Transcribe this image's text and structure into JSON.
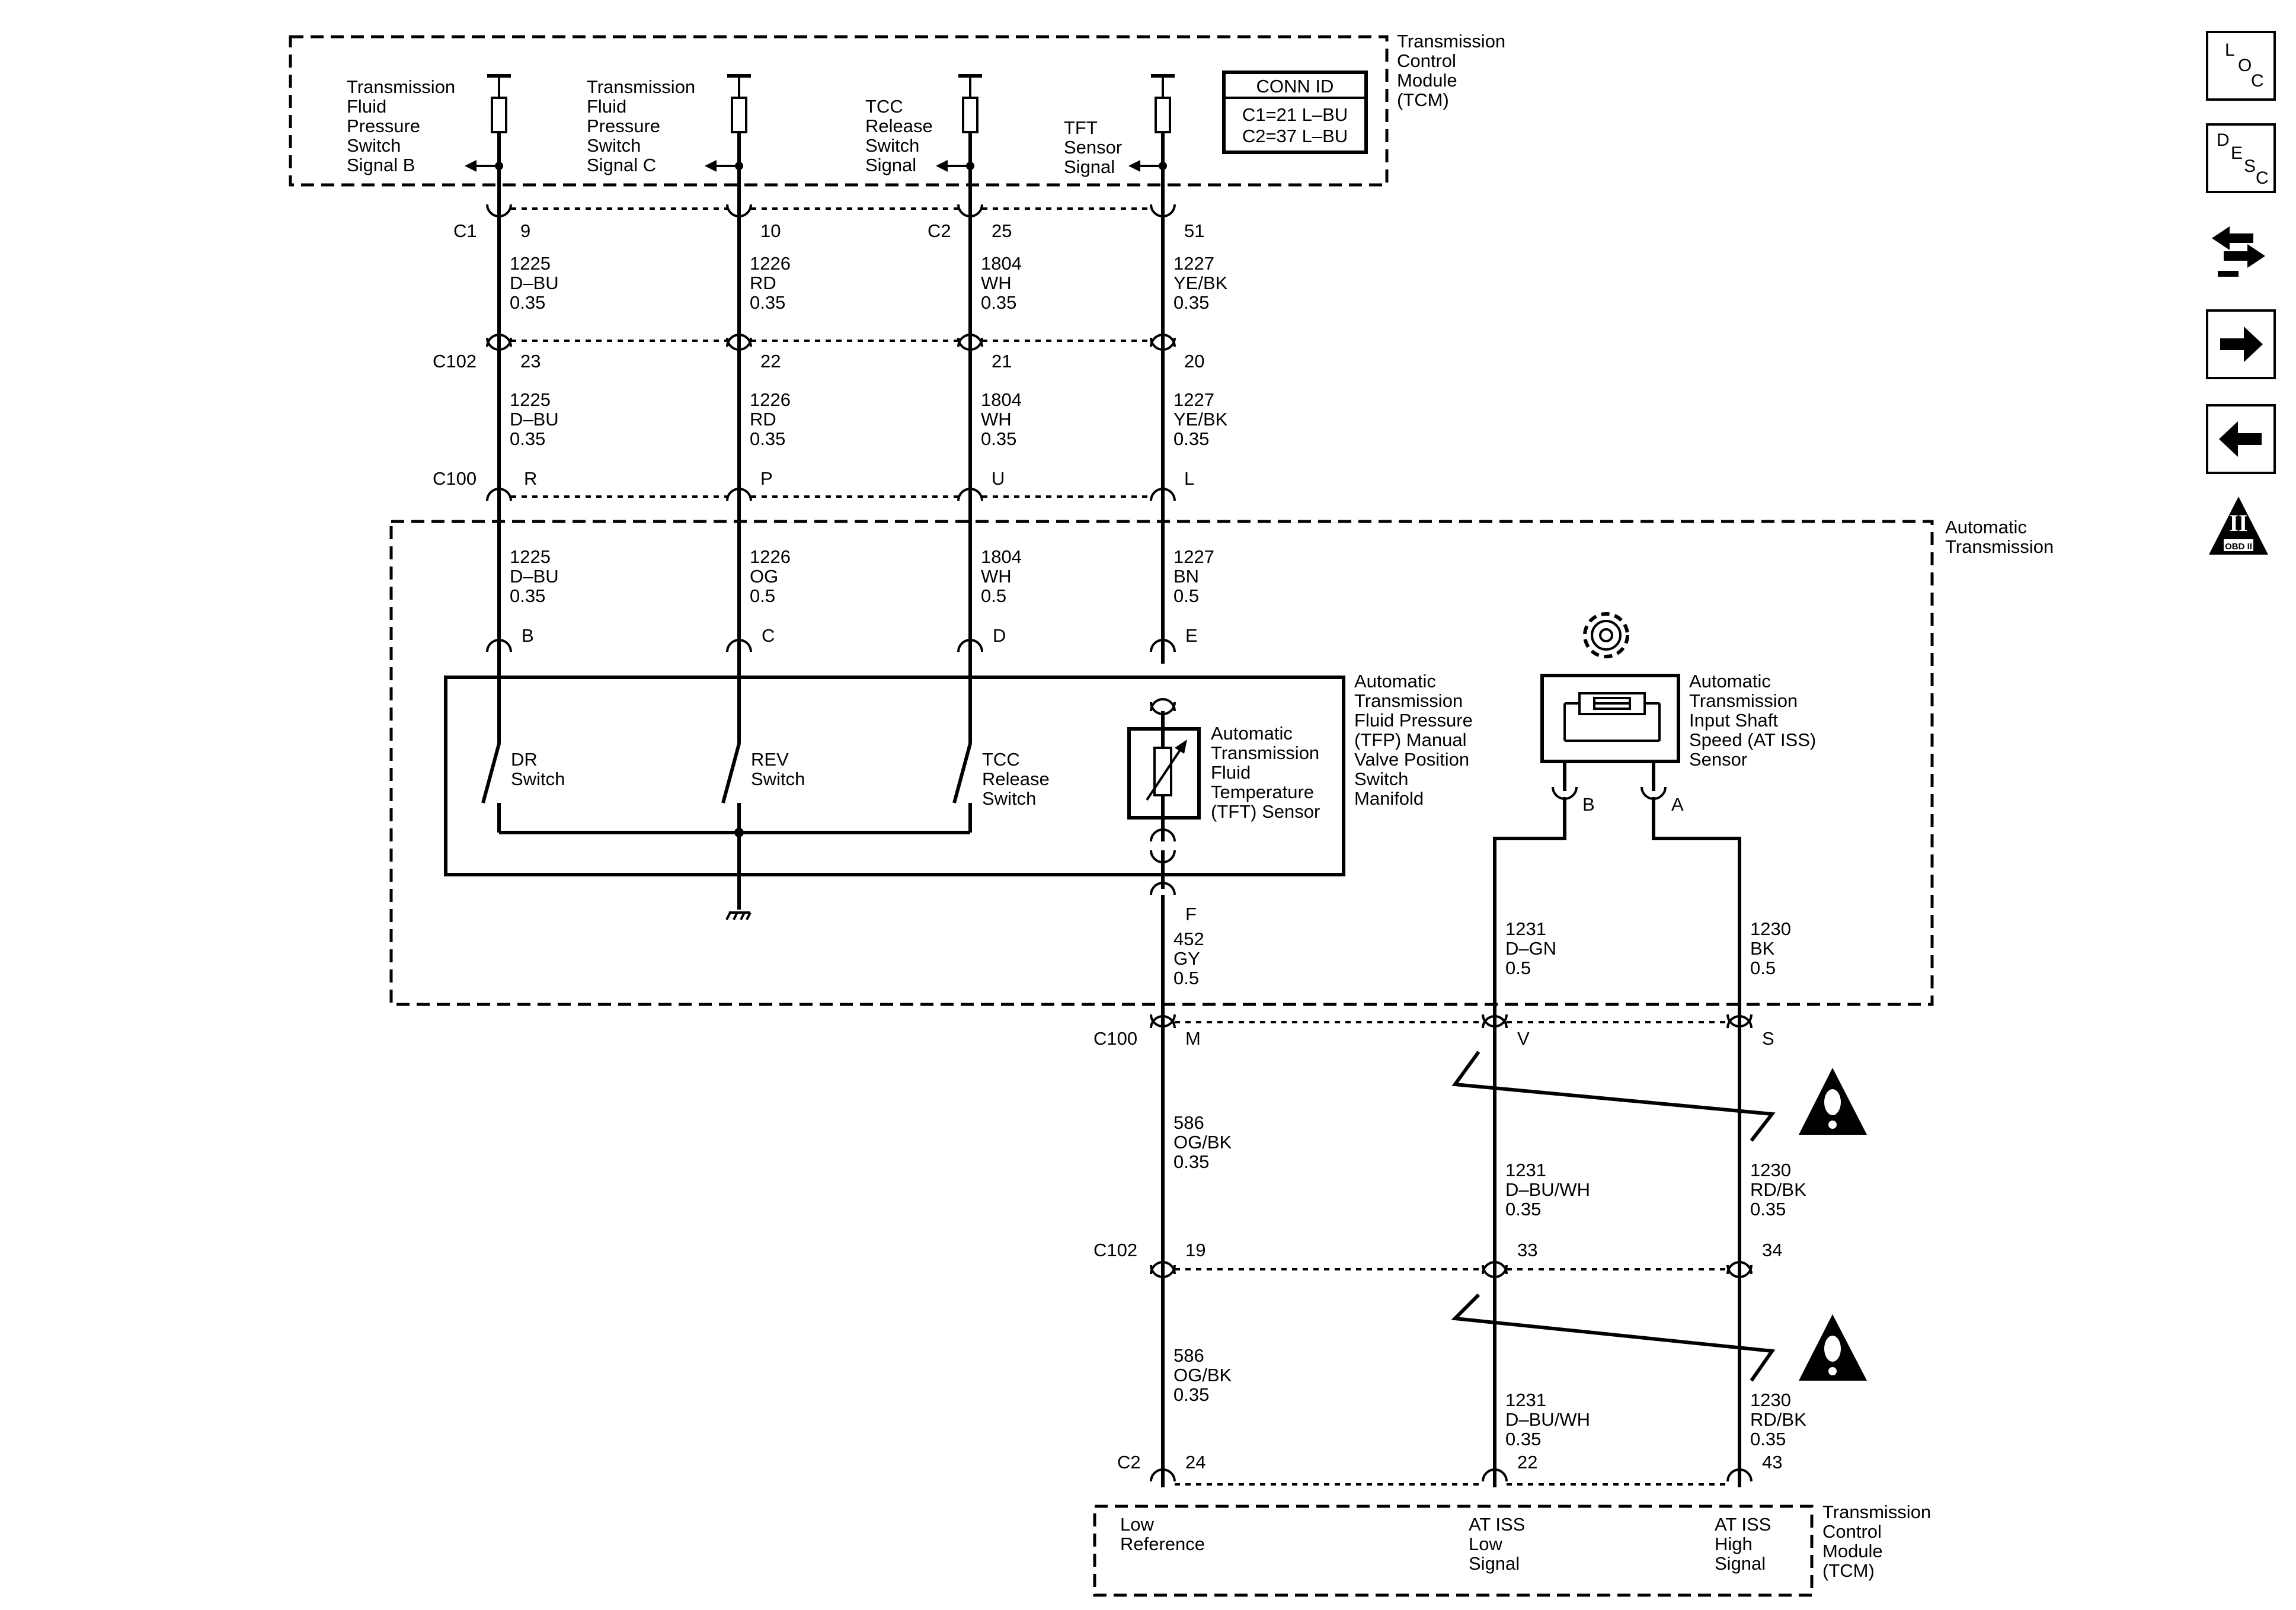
{
  "tcm_top": {
    "module_lines": [
      "Transmission",
      "Control",
      "Module",
      "(TCM)"
    ],
    "signals": [
      {
        "lines": [
          "Transmission",
          "Fluid",
          "Pressure",
          "Switch",
          "Signal B"
        ]
      },
      {
        "lines": [
          "Transmission",
          "Fluid",
          "Pressure",
          "Switch",
          "Signal C"
        ]
      },
      {
        "lines": [
          "TCC",
          "Release",
          "Switch",
          "Signal"
        ]
      },
      {
        "lines": [
          "TFT",
          "Sensor",
          "Signal"
        ]
      }
    ],
    "conn_id": {
      "title": "CONN ID",
      "lines": [
        "C1=21 L–BU",
        "C2=37 L–BU"
      ]
    }
  },
  "top_connectors": [
    {
      "name": "C1",
      "pins": [
        "9",
        "10",
        "",
        ""
      ]
    },
    {
      "name": "C2",
      "pins": [
        "",
        "",
        "25",
        "51"
      ]
    },
    {
      "name": "C102",
      "pins": [
        "23",
        "22",
        "21",
        "20"
      ]
    },
    {
      "name": "C100",
      "pins": [
        "R",
        "P",
        "U",
        "L"
      ]
    }
  ],
  "wires_seg1": [
    [
      "1225",
      "D–BU",
      "0.35"
    ],
    [
      "1226",
      "RD",
      "0.35"
    ],
    [
      "1804",
      "WH",
      "0.35"
    ],
    [
      "1227",
      "YE/BK",
      "0.35"
    ]
  ],
  "wires_seg2": [
    [
      "1225",
      "D–BU",
      "0.35"
    ],
    [
      "1226",
      "RD",
      "0.35"
    ],
    [
      "1804",
      "WH",
      "0.35"
    ],
    [
      "1227",
      "YE/BK",
      "0.35"
    ]
  ],
  "wires_seg3": [
    [
      "1225",
      "D–BU",
      "0.35"
    ],
    [
      "1226",
      "OG",
      "0.5"
    ],
    [
      "1804",
      "WH",
      "0.5"
    ],
    [
      "1227",
      "BN",
      "0.5"
    ]
  ],
  "transmission": {
    "lines": [
      "Automatic",
      "Transmission"
    ]
  },
  "manifold": {
    "pins": [
      "B",
      "C",
      "D",
      "E"
    ],
    "switches": [
      {
        "lines": [
          "DR",
          "Switch"
        ]
      },
      {
        "lines": [
          "REV",
          "Switch"
        ]
      },
      {
        "lines": [
          "TCC",
          "Release",
          "Switch"
        ]
      }
    ],
    "tft_lines": [
      "Automatic",
      "Transmission",
      "Fluid",
      "Temperature",
      "(TFT) Sensor"
    ],
    "label_lines": [
      "Automatic",
      "Transmission",
      "Fluid Pressure",
      "(TFP) Manual",
      "Valve Position",
      "Switch",
      "Manifold"
    ],
    "bottom_pin": "F"
  },
  "iss_sensor": {
    "label_lines": [
      "Automatic",
      "Transmission",
      "Input Shaft",
      "Speed (AT ISS)",
      "Sensor"
    ],
    "pins": [
      "B",
      "A"
    ]
  },
  "lower_wires_trans": [
    [
      "452",
      "GY",
      "0.5"
    ],
    [
      "1231",
      "D–GN",
      "0.5"
    ],
    [
      "1230",
      "BK",
      "0.5"
    ]
  ],
  "lower_c100": {
    "name": "C100",
    "pins": [
      "M",
      "V",
      "S"
    ]
  },
  "lower_wires_mid": [
    [
      "586",
      "OG/BK",
      "0.35"
    ],
    [
      "1231",
      "D–BU/WH",
      "0.35"
    ],
    [
      "1230",
      "RD/BK",
      "0.35"
    ]
  ],
  "lower_c102": {
    "name": "C102",
    "pins": [
      "19",
      "33",
      "34"
    ]
  },
  "lower_wires_bot": [
    [
      "586",
      "OG/BK",
      "0.35"
    ],
    [
      "1231",
      "D–BU/WH",
      "0.35"
    ],
    [
      "1230",
      "RD/BK",
      "0.35"
    ]
  ],
  "lower_c2": {
    "name": "C2",
    "pins": [
      "24",
      "22",
      "43"
    ]
  },
  "tcm_bottom": {
    "module_lines": [
      "Transmission",
      "Control",
      "Module",
      "(TCM)"
    ],
    "signals": [
      {
        "lines": [
          "Low",
          "Reference"
        ]
      },
      {
        "lines": [
          "AT ISS",
          "Low",
          "Signal"
        ]
      },
      {
        "lines": [
          "AT ISS",
          "High",
          "Signal"
        ]
      }
    ]
  },
  "side_icons": {
    "loc": [
      "L",
      "O",
      "C"
    ],
    "desc": [
      "D",
      "E",
      "S",
      "C"
    ],
    "obd": "OBD II",
    "obd_numeral": "II"
  },
  "icon_names": [
    "location-icon",
    "description-icon",
    "schematic-connector-icon",
    "arrow-right-icon",
    "arrow-left-icon",
    "obd-ii-icon",
    "gear-icon",
    "caution-icon"
  ]
}
